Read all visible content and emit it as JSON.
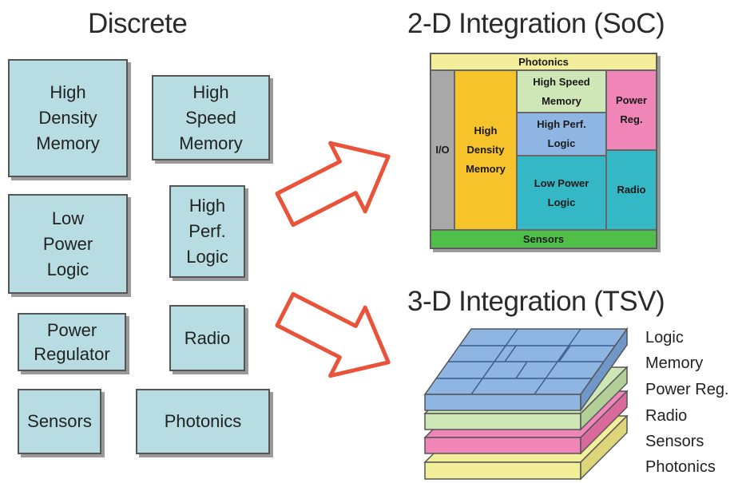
{
  "titles": {
    "discrete": "Discrete",
    "soc": "2-D Integration (SoC)",
    "tsv": "3-D Integration (TSV)"
  },
  "discrete_blocks": {
    "high_density_memory": "High\nDensity\nMemory",
    "high_speed_memory": "High\nSpeed\nMemory",
    "low_power_logic": "Low\nPower\nLogic",
    "high_perf_logic": "High\nPerf.\nLogic",
    "power_regulator": "Power\nRegulator",
    "radio": "Radio",
    "sensors": "Sensors",
    "photonics": "Photonics"
  },
  "soc_blocks": {
    "photonics": "Photonics",
    "io": "I/O",
    "high_density_memory": "High\nDensity\nMemory",
    "high_speed_memory": "High Speed\nMemory",
    "high_perf_logic": "High Perf.\nLogic",
    "low_power_logic": "Low Power\nLogic",
    "power_reg": "Power\nReg.",
    "radio": "Radio",
    "sensors": "Sensors"
  },
  "tsv_layers": [
    "Logic",
    "Memory",
    "Power Reg.",
    "Radio",
    "Sensors",
    "Photonics"
  ],
  "colors": {
    "discrete_fill": "#b7dde3",
    "arrow_stroke": "#e8533a",
    "photonics": "#f3ee9a",
    "io": "#a9a9a9",
    "high_density_memory": "#f7c32a",
    "high_speed_memory": "#cfe6b6",
    "high_perf_logic": "#8fb6e3",
    "low_power_logic": "#35b8c6",
    "power_reg": "#f085b8",
    "radio": "#35b8c6",
    "sensors": "#4fbf4a",
    "layer_logic": "#8fb6e3",
    "layer_memory": "#cfe6b6",
    "layer_power": "#f085b8",
    "layer_sensors": "#f3ee9a"
  }
}
